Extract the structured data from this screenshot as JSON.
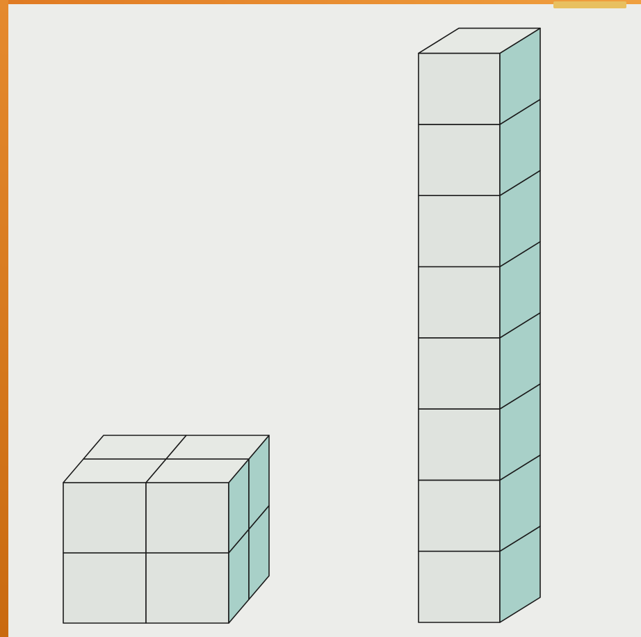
{
  "figure": {
    "left_solid": {
      "shape": "cube",
      "layers": 2,
      "rows": 2,
      "columns": 2,
      "cube_count": 8
    },
    "right_solid": {
      "shape": "tower",
      "layers": 8,
      "rows": 1,
      "columns": 1,
      "cube_count": 8
    },
    "colors": {
      "front_face": "#dfe3de",
      "top_face": "#e6e9e4",
      "side_face": "#a8d0c8",
      "edge": "#1a1a1a"
    }
  }
}
